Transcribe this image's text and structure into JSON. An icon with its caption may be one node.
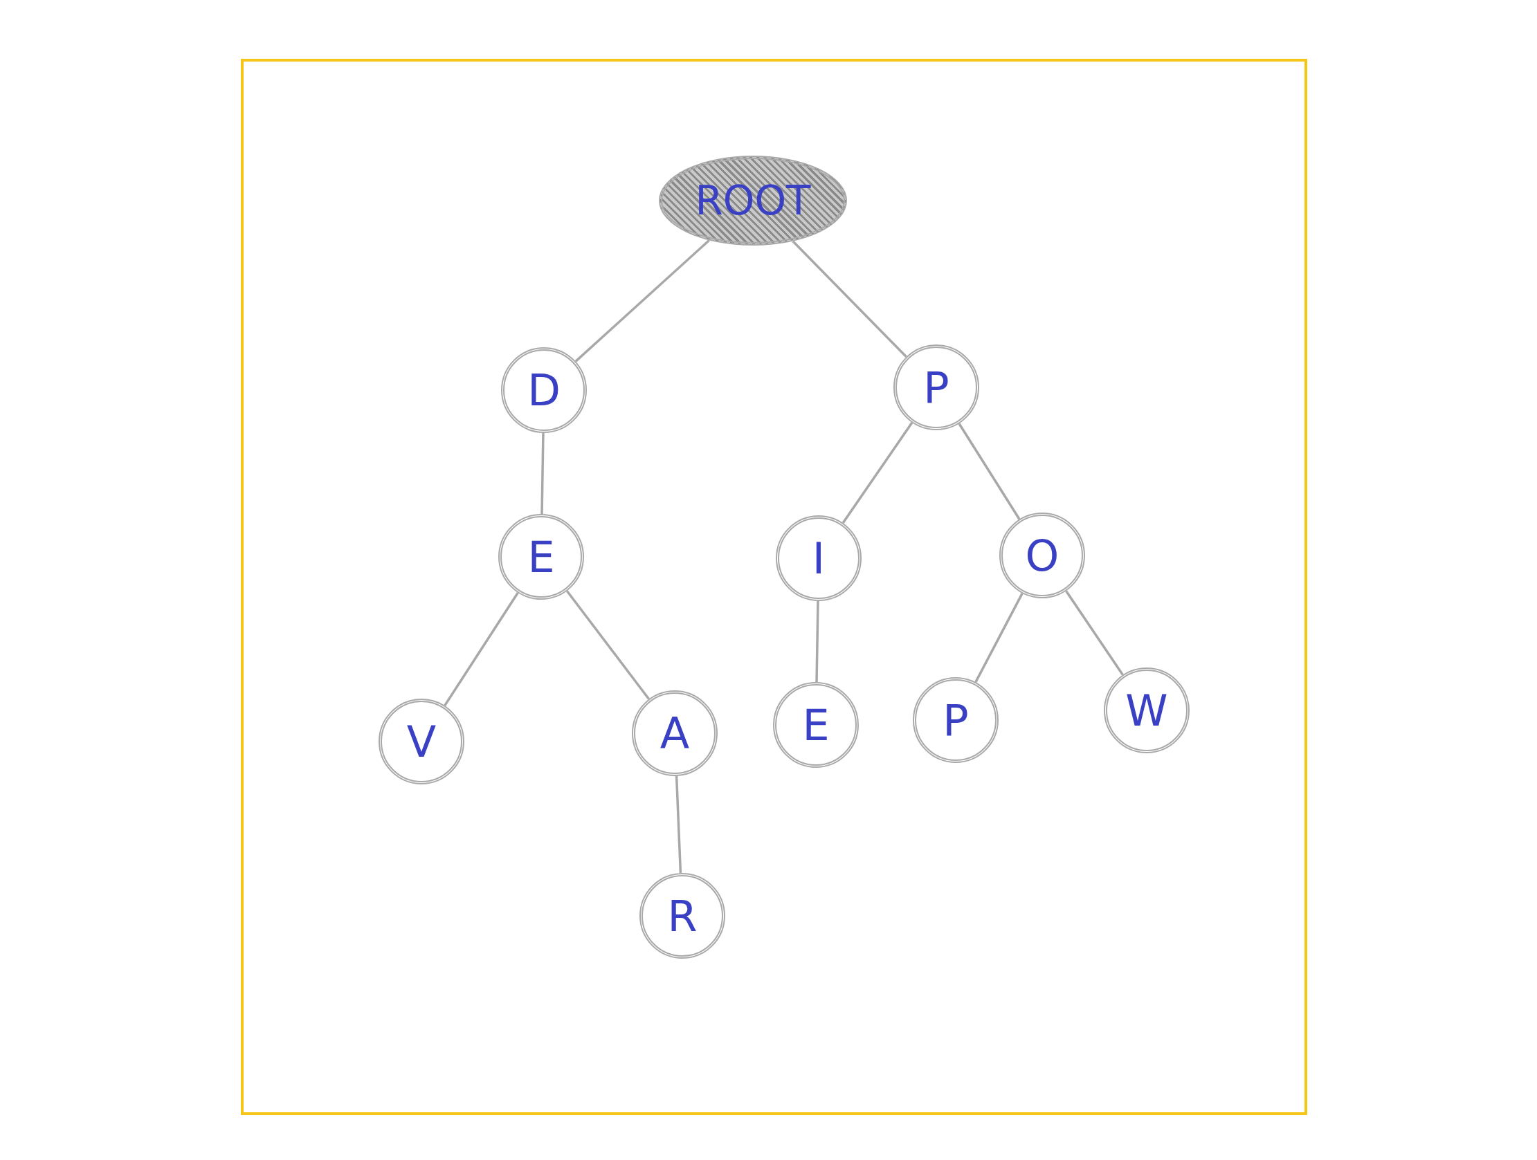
{
  "diagram": {
    "nodes": [
      {
        "text": [
          "ROOT"
        ]
      },
      {
        "text": [
          "D"
        ]
      },
      {
        "text": [
          "P"
        ]
      },
      {
        "text": [
          "E"
        ]
      },
      {
        "text": [
          "I"
        ]
      },
      {
        "text": [
          "O"
        ]
      },
      {
        "text": [
          "V"
        ]
      },
      {
        "text": [
          "A"
        ]
      },
      {
        "text": [
          "E"
        ]
      },
      {
        "text": [
          "P"
        ]
      },
      {
        "text": [
          "W"
        ]
      },
      {
        "text": [
          "R"
        ]
      }
    ],
    "edges": [
      {
        "from": 0,
        "to": 1,
        "arrow": "none"
      },
      {
        "from": 0,
        "to": 2,
        "arrow": "none"
      },
      {
        "from": 1,
        "to": 3,
        "arrow": "none"
      },
      {
        "from": 2,
        "to": 4,
        "arrow": "none"
      },
      {
        "from": 2,
        "to": 5,
        "arrow": "none"
      },
      {
        "from": 3,
        "to": 6,
        "arrow": "none"
      },
      {
        "from": 3,
        "to": 7,
        "arrow": "none"
      },
      {
        "from": 4,
        "to": 8,
        "arrow": "none"
      },
      {
        "from": 5,
        "to": 9,
        "arrow": "none"
      },
      {
        "from": 5,
        "to": 10,
        "arrow": "none"
      },
      {
        "from": 7,
        "to": 11,
        "arrow": "none"
      }
    ]
  }
}
